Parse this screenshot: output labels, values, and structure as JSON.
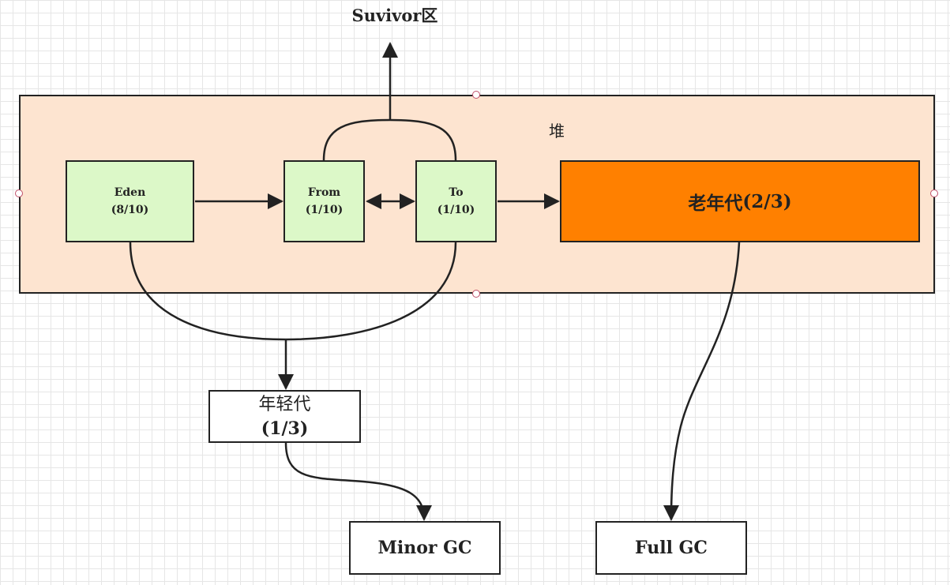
{
  "heap": {
    "label": "堆"
  },
  "survivor": {
    "label": "Suvivor区"
  },
  "eden": {
    "name": "Eden",
    "ratio": "(8/10)"
  },
  "from": {
    "name": "From",
    "ratio": "(1/10)"
  },
  "to": {
    "name": "To",
    "ratio": "(1/10)"
  },
  "old_gen": {
    "name": "老年代",
    "ratio": "(2/3)"
  },
  "young_gen": {
    "name": "年轻代",
    "ratio": "(1/3)"
  },
  "minor_gc": {
    "label": "Minor GC"
  },
  "full_gc": {
    "label": "Full GC"
  }
}
